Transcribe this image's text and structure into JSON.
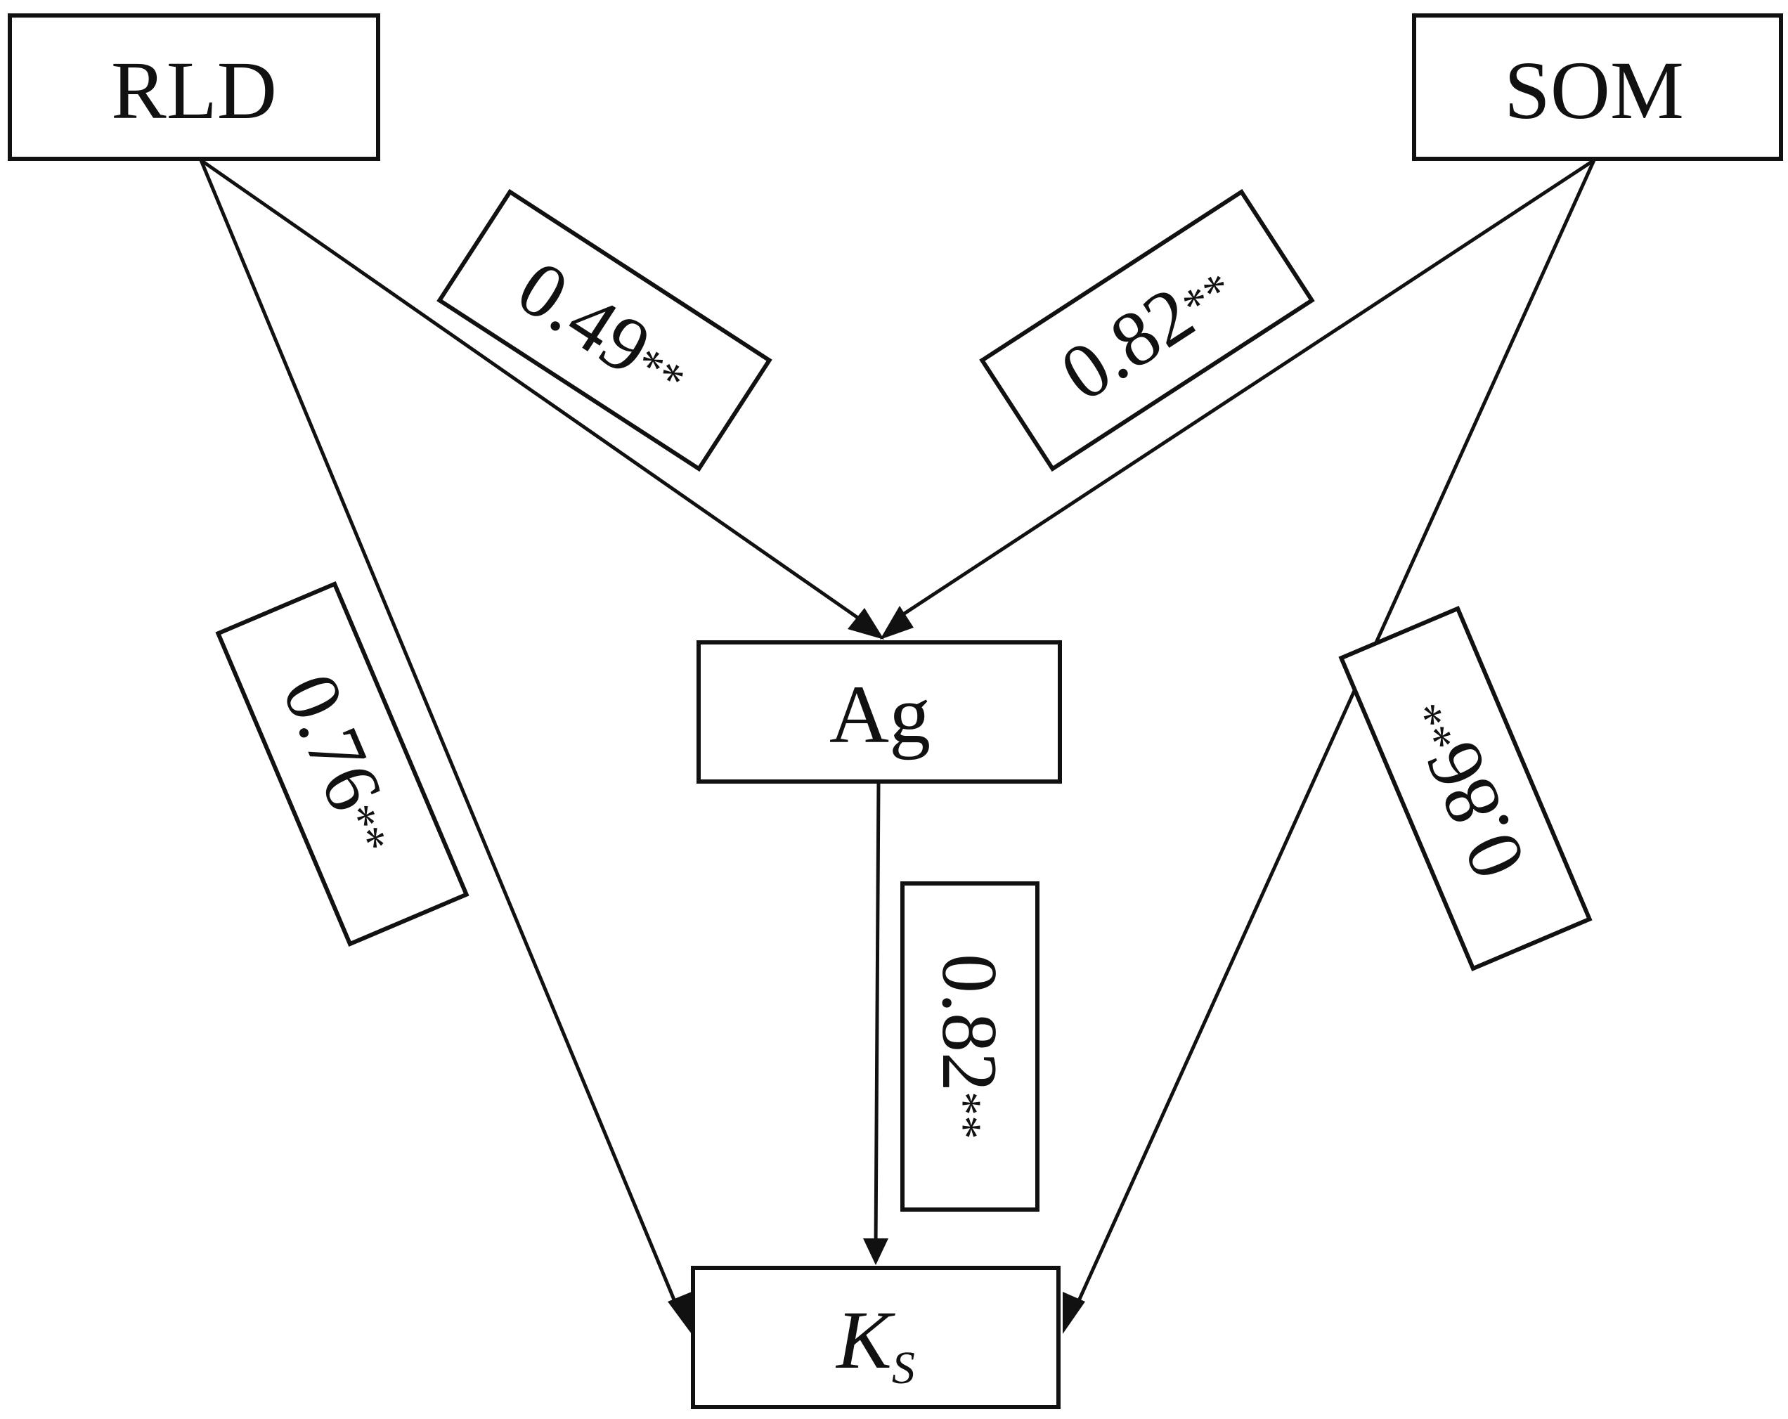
{
  "nodes": [
    {
      "id": "rld",
      "label": "RLD"
    },
    {
      "id": "som",
      "label": "SOM"
    },
    {
      "id": "ag",
      "label": "Ag"
    },
    {
      "id": "ks",
      "label": "K",
      "subscript": "S",
      "italic": true
    }
  ],
  "edges": [
    {
      "id": "rld-ag",
      "from": "rld",
      "to": "ag",
      "value": "0.49",
      "significance": "**"
    },
    {
      "id": "som-ag",
      "from": "som",
      "to": "ag",
      "value": "0.82",
      "significance": "**"
    },
    {
      "id": "rld-ks",
      "from": "rld",
      "to": "ks",
      "value": "0.76",
      "significance": "**"
    },
    {
      "id": "som-ks",
      "from": "som",
      "to": "ks",
      "value": "0.86",
      "significance": "**"
    },
    {
      "id": "ag-ks",
      "from": "ag",
      "to": "ks",
      "value": "0.82",
      "significance": "**"
    }
  ],
  "colors": {
    "stroke": "#111111",
    "background": "#ffffff"
  }
}
